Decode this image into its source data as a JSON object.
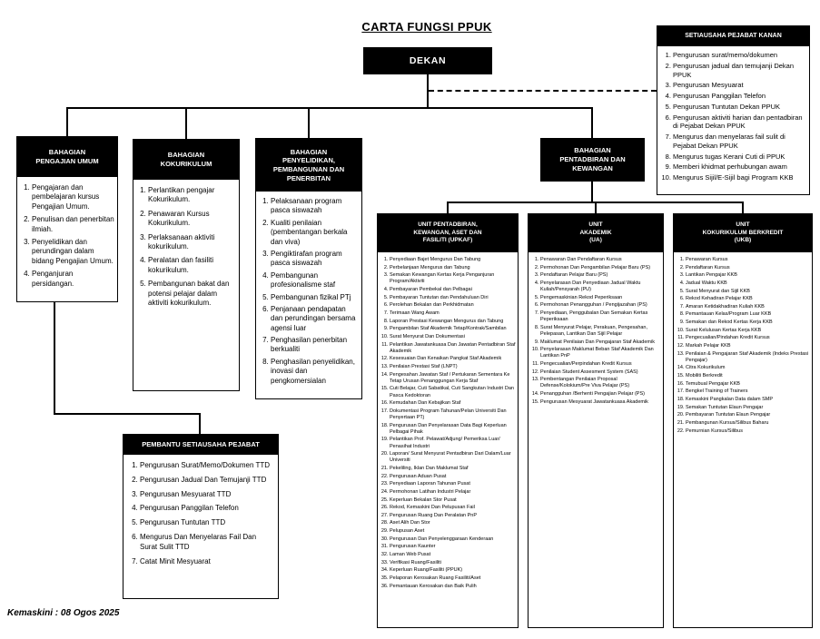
{
  "title": "CARTA FUNGSI PPUK",
  "footer": {
    "updated": "Kemaskini : 08 Ogos 2025"
  },
  "colors": {
    "header_bg": "#000000",
    "header_text": "#ffffff",
    "line": "#000000",
    "background": "#ffffff"
  },
  "dekan": {
    "label": "DEKAN"
  },
  "setiausaha": {
    "title": "SETIAUSAHA PEJABAT KANAN",
    "items": [
      "Pengurusan surat/memo/dokumen",
      "Pengurusan jadual dan temujanji Dekan PPUK",
      "Pengurusan Mesyuarat",
      "Pengurusan Panggilan Telefon",
      "Pengurusan Tuntutan Dekan PPUK",
      "Pengurusan aktiviti harian dan pentadbiran di Pejabat Dekan PPUK",
      "Mengurus dan menyelaras fail sulit di Pejabat Dekan PPUK",
      "Mengurus tugas Kerani Cuti di PPUK",
      "Memberi khidmat perhubungan awam",
      "Mengurus Sijil/E-Sijil bagi Program KKB"
    ]
  },
  "pengajian_umum": {
    "title": "BAHAGIAN\nPENGAJIAN UMUM",
    "items": [
      "Pengajaran dan pembelajaran kursus Pengajian Umum.",
      "Penulisan dan penerbitan ilmiah.",
      "Penyelidikan dan perundingan dalam bidang Pengajian Umum.",
      "Penganjuran persidangan."
    ]
  },
  "kokurikulum": {
    "title": "BAHAGIAN\nKOKURIKULUM",
    "items": [
      "Perlantikan pengajar Kokurikulum.",
      "Penawaran Kursus Kokurikulum.",
      "Perlaksanaan aktiviti kokurikulum.",
      "Peralatan dan fasiliti kokurikulum.",
      "Pembangunan bakat dan potensi pelajar dalam aktiviti kokurikulum."
    ]
  },
  "penyelidikan": {
    "title": "BAHAGIAN\nPENYELIDIKAN,\nPEMBANGUNAN DAN\nPENERBITAN",
    "items": [
      "Pelaksanaan program pasca siswazah",
      "Kualiti penilaian (pembentangan berkala dan viva)",
      "Pengiktirafan program pasca siswazah",
      "Pembangunan profesionalisme staf",
      "Pembangunan fizikal PTj",
      "Penjanaan pendapatan dan perundingan bersama agensi luar",
      "Penghasilan penerbitan berkualiti",
      "Penghasilan penyelidikan, inovasi dan pengkomersialan"
    ]
  },
  "pentadbiran": {
    "title": "BAHAGIAN\nPENTADBIRAN DAN\nKEWANGAN"
  },
  "pembantu": {
    "title": "PEMBANTU SETIAUSAHA PEJABAT",
    "items": [
      "Pengurusan Surat/Memo/Dokumen TTD",
      "Pengurusan Jadual Dan Temujanji TTD",
      "Pengurusan Mesyuarat TTD",
      "Pengurusan Panggilan Telefon",
      "Pengurusan Tuntutan TTD",
      "Mengurus Dan Menyelaras Fail Dan Surat Sulit TTD",
      "Catat Minit Mesyuarat"
    ]
  },
  "upkaf": {
    "title": "UNIT PENTADBIRAN,\nKEWANGAN, ASET DAN\nFASILITI (UPKAF)",
    "items": [
      "Penyediaan Bajet Mengurus Dan Tabung",
      "Perbelanjaan Mengurus dan Tabung",
      "Semakan Kewangan Kertas Kerja Penganjuran Program/Aktiviti",
      "Pembayaran Pembekal dan Pelbagai",
      "Pembayaran Tuntutan dan Pendahuluan Diri",
      "Perolehan Bekalan dan Perkhidmatan",
      "Terimaan Wang Awam",
      "Laporan Prestasi Kewangan Mengurus dan Tabung",
      "Pengambilan Staf Akademik Tetap/Kontrak/Sambilan",
      "Surat Menyurat Dan Dokumentasi",
      "Pelantikan Jawatankuasa Dan Jawatan Pentadbiran Staf Akademik",
      "Kesesuaian Dan Kenaikan Pangkat Staf Akademik",
      "Penilaian Prestasi Staf (LNPT)",
      "Pengesahan Jawatan Staf / Pertukaran Sementara Ke Tetap Urusan Penanggungan Kerja Staf",
      "Cuti Belajar, Cuti Sabatikal, Cuti Sangkutan Industri Dan Pasca Kedoktoran",
      "Kemudahan Dan Kebajikan Staf",
      "Dokumentasi Program Tahunan/Pelan Universiti Dan Penyertaan PTj",
      "Pengurusan Dan Penyelarasan Data Bagi Keperluan Pelbagai Pihak",
      "Pelantikan Prof. Pelawat/Adjung/ Pemeriksa Luar/ Penasihat Industri",
      "Laporan/ Surat Menyurat Pentadbiran Dari Dalam/Luar Universiti",
      "Pekeliling, Iklan Dan Maklumat Staf",
      "Pengurusan Aduan Pusat",
      "Penyediaan Laporan Tahunan Pusat",
      "Permohonan Latihan Industri Pelajar",
      "Keperluan Bekalan Stor Pusat",
      "Rekod, Kemaskini Dan Pelupusan Fail",
      "Pengurusan Ruang Dan Peralatan PnP",
      "Aset Alih Dan Stor",
      "Pelupusan Aset",
      "Pengurusan Dan Penyelenggaraan Kenderaan",
      "Pengurusan Kaunter",
      "Laman Web Pusat",
      "Verifikasi Ruang/Fasiliti",
      "Keperluan Ruang/Fasiliti (PPUK)",
      "Pelaporan Kerosakan Ruang Fasiliti/Aset",
      "Pemantauan Kerosakan dan Baik Pulih"
    ]
  },
  "ua": {
    "title": "UNIT\nAKADEMIK\n(UA)",
    "items": [
      "Penawaran Dan Pendaftaran Kursus",
      "Permohonan Dan Pengambilan Pelajar Baru (PS)",
      "Pendaftaran Pelajar Baru (PS)",
      "Penyelarasan Dan Penyediaan Jadual Waktu Kuliah/Pensyarah (PU)",
      "Pengemaskinian Rekod Peperiksaan",
      "Permohonan Penangguhan / Pengijazahan (PS)",
      "Penyediaan, Penggubalan Dan Semakan Kertas Peperiksaan",
      "Surat Menyurat Pelajar, Perakuan, Pengesahan, Pelepasan, Lantikan Dan Sijil Pelajar",
      "Maklumat Penilaian Dan Pengajaran Staf Akademik",
      "Penyelarasan Maklumat Beban Staf Akademik Dan Lantikan PnP",
      "Pengecualian/Perpindahan Kredit Kursus",
      "Penilaian Student Assesment System (SAS)",
      "Pembentangan Penilaian Proposal Defense/Kolokium/Pre Viva Pelajar (PS)",
      "Penangguhan /Berhenti Pengajian Pelajar (PS)",
      "Pengurusan Mesyuarat Jawatankuasa Akademik"
    ]
  },
  "ukb": {
    "title": "UNIT\nKOKURIKULUM BERKREDIT\n(UKB)",
    "items": [
      "Penawaran Kursus",
      "Pendaftaran Kursus",
      "Lantikan Pengajar KKB",
      "Jadual Waktu KKB",
      "Surat Menyurat dan Sijil KKB",
      "Rekod Kehadiran Pelajar KKB",
      "Amaran Ketidakhadiran Kuliah KKB",
      "Pemantauan Kelas/Program Luar KKB",
      "Semakan dan Rekod Kertas Kerja KKB",
      "Surat Kelulusan Kertas Kerja KKB",
      "Pengecualian/Pindahan Kredit Kursus",
      "Markah Pelajar KKB",
      "Penilaian & Pengajaran Staf Akademik (Indeks Prestasi Pengajar)",
      "Citra Kokurikulum",
      "Mobiliti Berkredit",
      "Temubual Pengajar KKB",
      "Bengkel Training of Trainers",
      "Kemaskini Pangkalan Data dalam SMP",
      "Semakan Tuntutan Elaun Pengajar",
      "Pembayaran Tuntutan Elaun Pengajar",
      "Pembangunan Kursus/Silibus Baharu",
      "Pemurnian Kursus/Silibus"
    ]
  }
}
